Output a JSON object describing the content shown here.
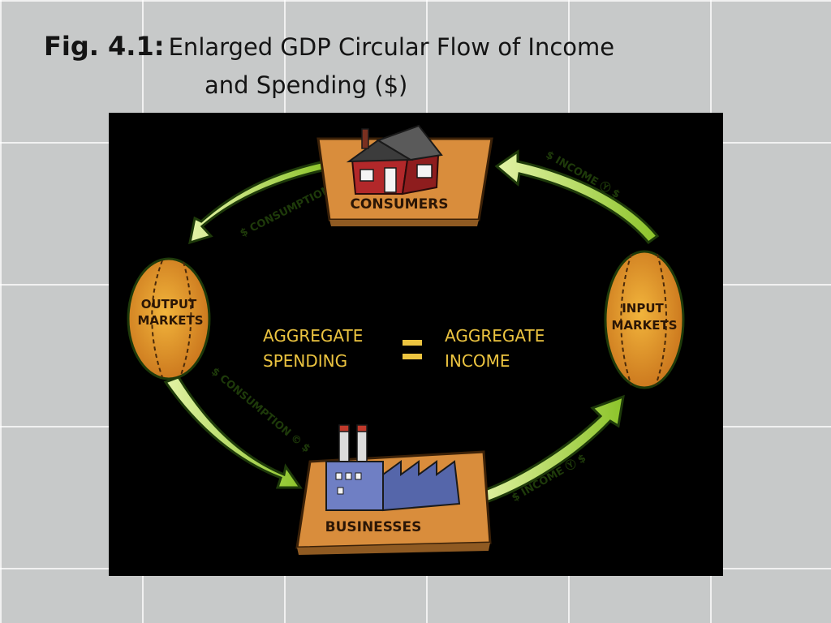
{
  "slide": {
    "fig_label": "Fig. 4.1:",
    "title_line1": "Enlarged GDP Circular Flow of Income",
    "title_line2": "and Spending ($)"
  },
  "diagram": {
    "nodes": {
      "consumers": "CONSUMERS",
      "businesses": "BUSINESSES",
      "output_markets_line1": "OUTPUT",
      "output_markets_line2": "MARKETS",
      "input_markets_line1": "INPUT",
      "input_markets_line2": "MARKETS"
    },
    "flows": {
      "consumption_top": "$ CONSUMPTION © $",
      "consumption_bottom": "$ CONSUMPTION © $",
      "income_top": "$ INCOME Ⓨ $",
      "income_bottom": "$ INCOME Ⓨ $"
    },
    "center": {
      "left_line1": "AGGREGATE",
      "left_line2": "SPENDING",
      "right_line1": "AGGREGATE",
      "right_line2": "INCOME"
    },
    "colors": {
      "arrow_fill": "#9fd23a",
      "arrow_light": "#e3f3a6",
      "arrow_stroke": "#1e3a0a",
      "market_fill": "#e9a12a",
      "platform_fill": "#d98d3c",
      "house_fill": "#b2282a",
      "factory_fill": "#6f7fc4",
      "center_text": "#ecc440"
    }
  }
}
